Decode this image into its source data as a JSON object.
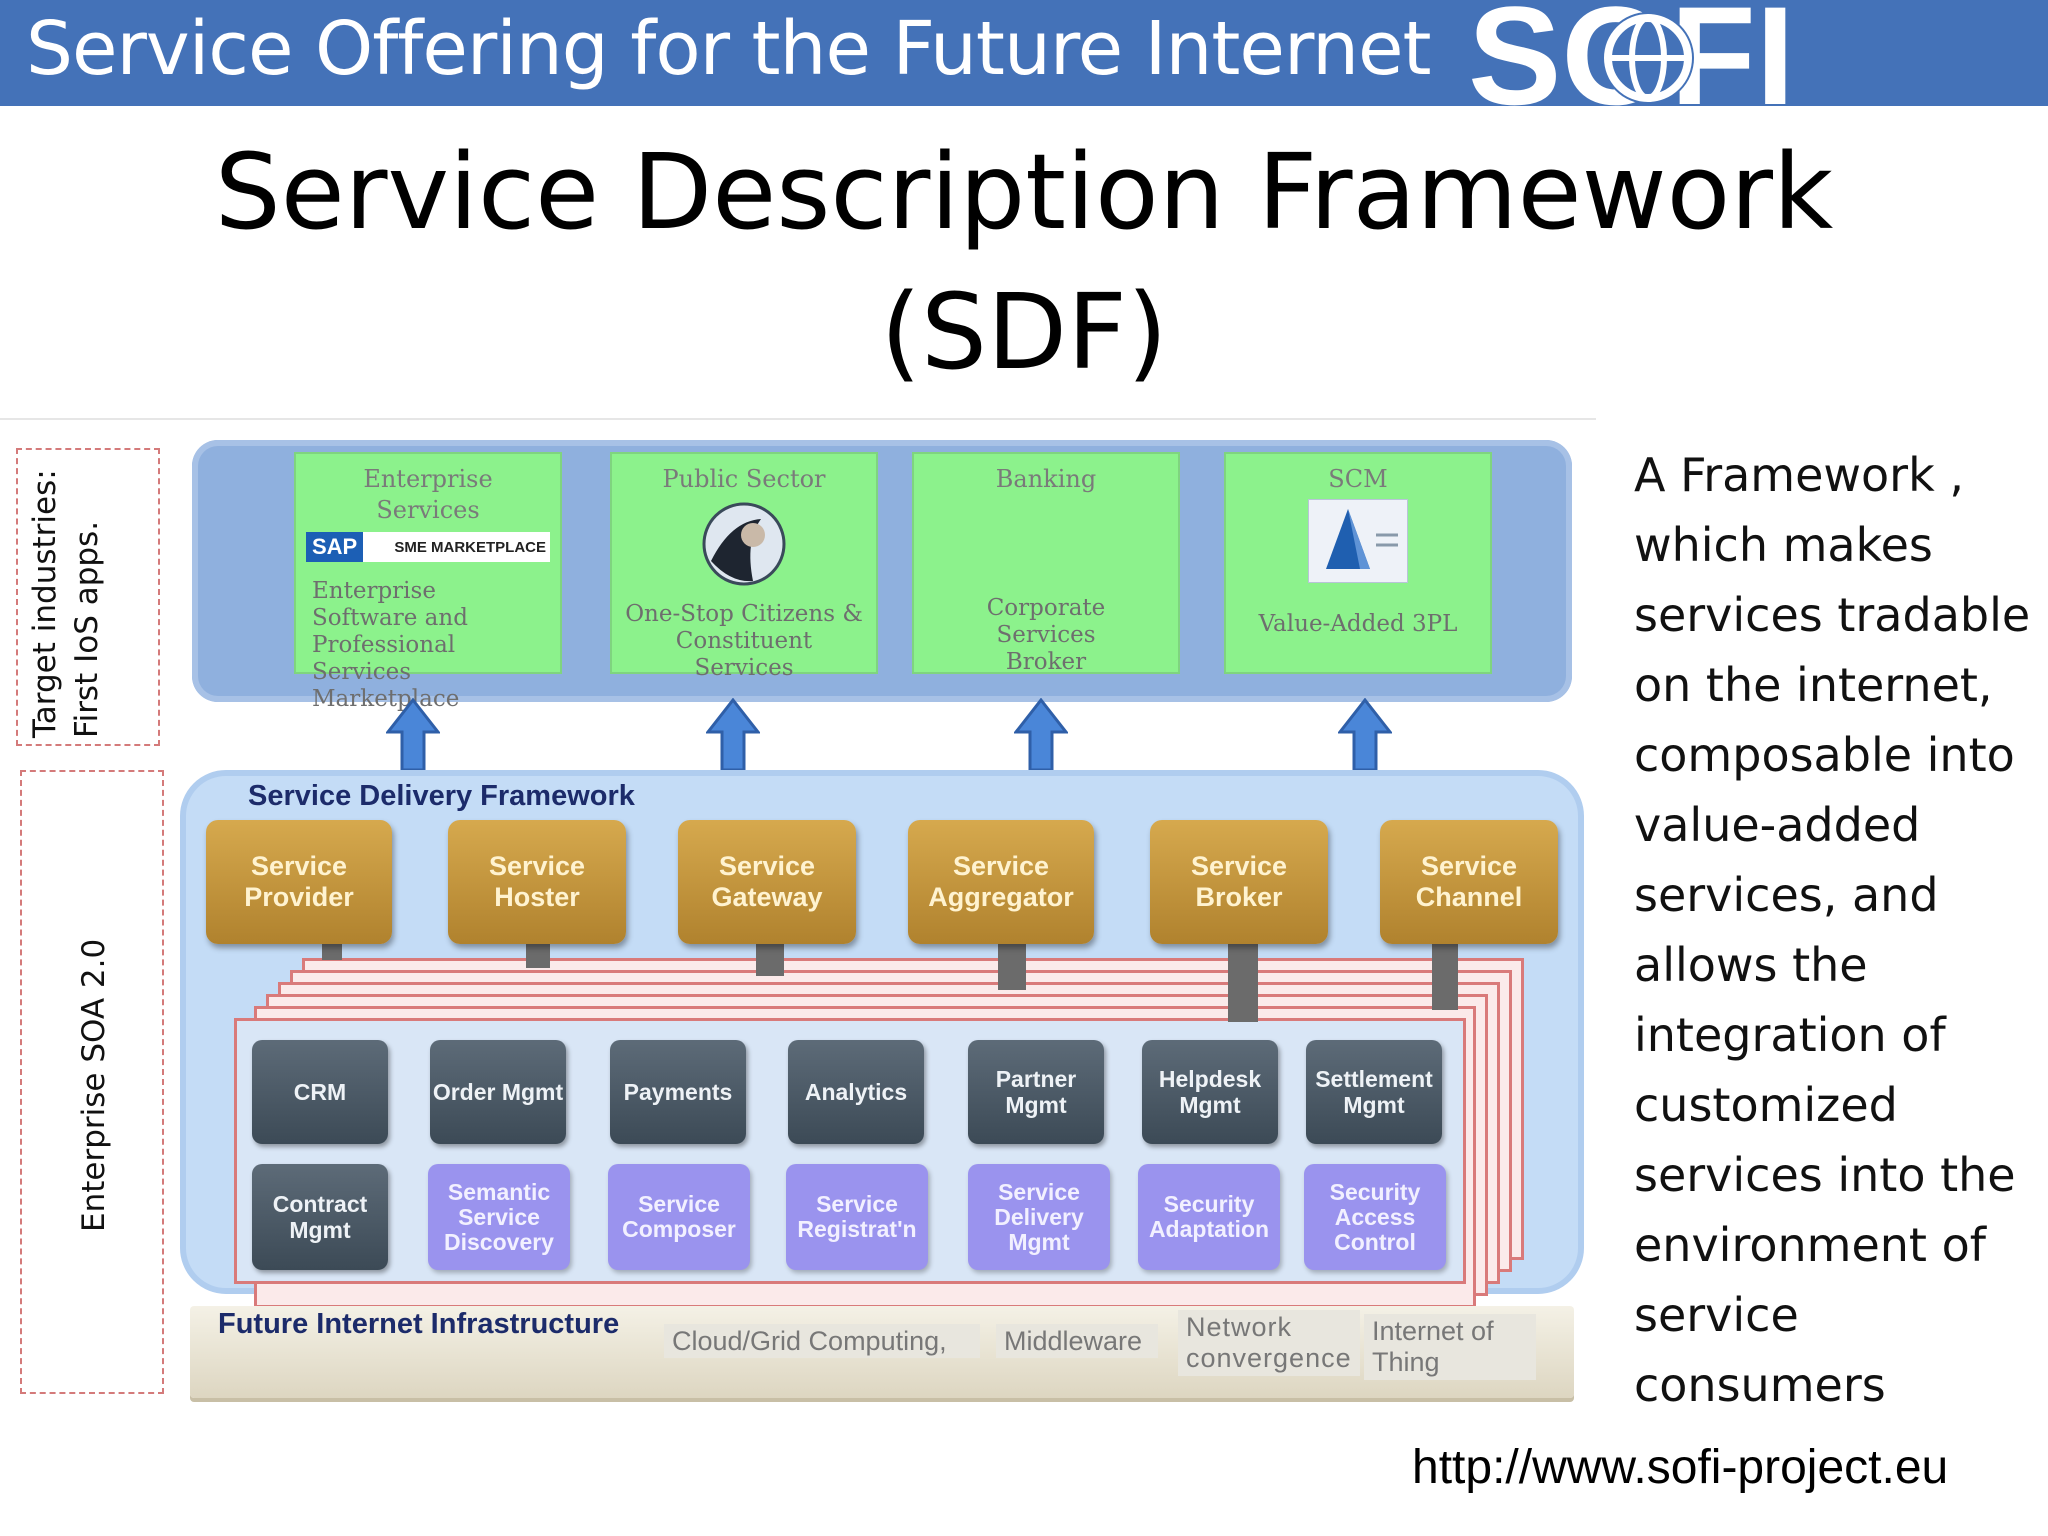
{
  "header": {
    "title": "Service Offering for the Future Internet",
    "logo_text": "SOFI",
    "logo_icon": "globe-icon"
  },
  "slide": {
    "title_line1": "Service Description Framework",
    "title_line2": "(SDF)"
  },
  "side_labels": {
    "top": "Target industries: First IoS apps.",
    "bottom": "Enterprise SOA 2.0"
  },
  "industries": [
    {
      "title": "Enterprise Services",
      "badge_left": "SAP",
      "badge_right": "SME MARKETPLACE",
      "desc": "Enterprise Software and Professional Services Marketplace"
    },
    {
      "title": "Public Sector",
      "icon": "citizen-photo-icon",
      "desc": "One-Stop Citizens & Constituent Services"
    },
    {
      "title": "Banking",
      "desc": "Corporate Services Broker"
    },
    {
      "title": "SCM",
      "icon": "pyramid-chart-icon",
      "desc": "Value-Added 3PL"
    }
  ],
  "sdf": {
    "title": "Service Delivery Framework",
    "roles": [
      "Service Provider",
      "Service Hoster",
      "Service Gateway",
      "Service Aggregator",
      "Service Broker",
      "Service Channel"
    ],
    "business_modules": [
      "CRM",
      "Order Mgmt",
      "Payments",
      "Analytics",
      "Partner Mgmt",
      "Helpdesk Mgmt",
      "Settlement Mgmt"
    ],
    "service_modules": [
      "Contract Mgmt",
      "Semantic Service Discovery",
      "Service Composer",
      "Service Registrat'n",
      "Service Delivery Mgmt",
      "Security Adaptation",
      "Security Access Control"
    ]
  },
  "infrastructure": {
    "title": "Future Internet Infrastructure",
    "items": [
      "Cloud/Grid Computing,",
      "Middleware",
      "Network convergence",
      "Internet of Thing"
    ]
  },
  "description": "A Framework ,\nwhich makes\nservices tradable\non the internet,\ncomposable into\nvalue-added\nservices, and\nallows the\nintegration of\ncustomized\nservices into the\nenvironment of\nservice\nconsumers",
  "url": "http://www.sofi-project.eu",
  "colors": {
    "banner": "#4472b8",
    "industry_green": "#8cf28c",
    "role_gold": "#c4963e",
    "module_dark": "#4a5764",
    "module_purple": "#9a93ee",
    "panel_blue": "#c4dcf6"
  }
}
